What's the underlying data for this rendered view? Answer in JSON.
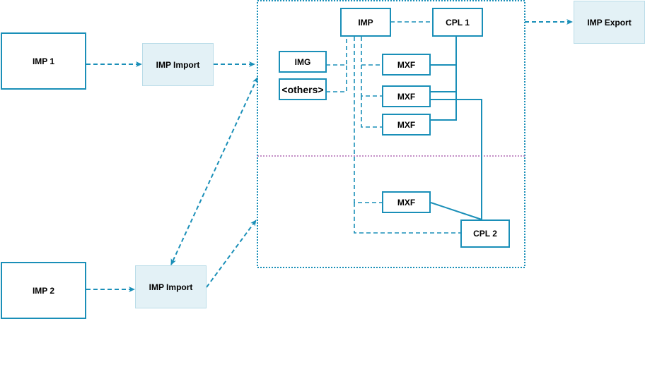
{
  "diagram": {
    "colors": {
      "stroke": "#1a8fb8",
      "fill": "#e3f1f6",
      "divider": "#b06ab3"
    },
    "nodes": {
      "imp1": "IMP 1",
      "imp2": "IMP 2",
      "imp_import_1": "IMP Import",
      "imp_import_2": "IMP Import",
      "imp_export": "IMP Export",
      "imp": "IMP",
      "cpl1": "CPL 1",
      "cpl2": "CPL 2",
      "img": "IMG",
      "others": "<others>",
      "mxf1": "MXF",
      "mxf2": "MXF",
      "mxf3": "MXF",
      "mxf4": "MXF"
    }
  }
}
